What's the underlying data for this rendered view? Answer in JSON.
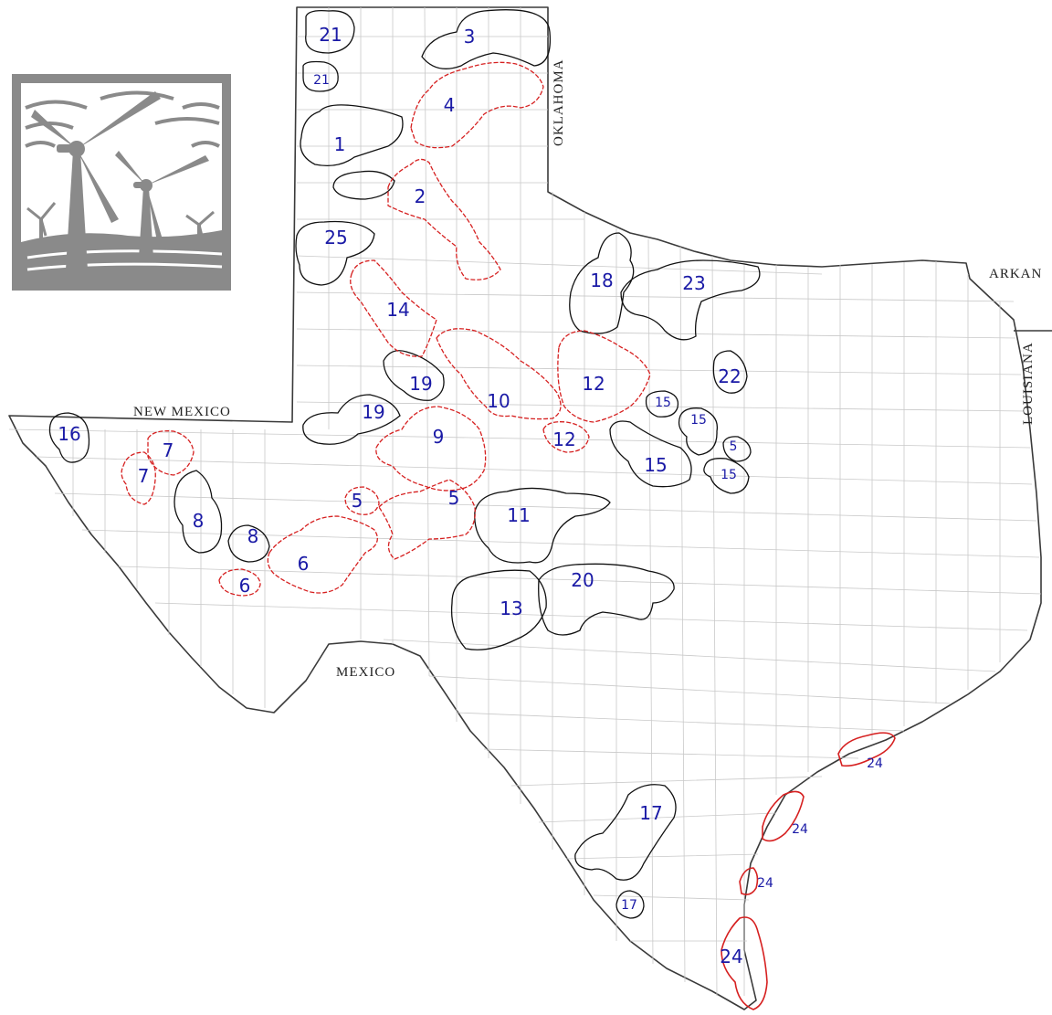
{
  "regions": {
    "neighbor_oklahoma": "OKLAHOMA",
    "neighbor_arkansas": "ARKAN",
    "neighbor_louisiana": "LOUISIANA",
    "neighbor_new_mexico": "NEW MEXICO",
    "neighbor_mexico": "MEXICO"
  },
  "logo": {
    "icon": "wind-turbines-icon",
    "color": "#8a8a8a"
  },
  "colors": {
    "zone_number": "#1a1aa6",
    "zone_red": "#d62020",
    "zone_black": "#111111"
  },
  "zones": [
    {
      "label": "1",
      "style": "black"
    },
    {
      "label": "2",
      "style": "red"
    },
    {
      "label": "3",
      "style": "black"
    },
    {
      "label": "4",
      "style": "red"
    },
    {
      "label": "5",
      "style": "red"
    },
    {
      "label": "5",
      "style": "red"
    },
    {
      "label": "5",
      "style": "black"
    },
    {
      "label": "6",
      "style": "red"
    },
    {
      "label": "6",
      "style": "red"
    },
    {
      "label": "7",
      "style": "red"
    },
    {
      "label": "7",
      "style": "red"
    },
    {
      "label": "8",
      "style": "black"
    },
    {
      "label": "8",
      "style": "black"
    },
    {
      "label": "9",
      "style": "red"
    },
    {
      "label": "10",
      "style": "red"
    },
    {
      "label": "11",
      "style": "black"
    },
    {
      "label": "12",
      "style": "red"
    },
    {
      "label": "12",
      "style": "red"
    },
    {
      "label": "13",
      "style": "black"
    },
    {
      "label": "14",
      "style": "red"
    },
    {
      "label": "15",
      "style": "black"
    },
    {
      "label": "15",
      "style": "black"
    },
    {
      "label": "15",
      "style": "black"
    },
    {
      "label": "15",
      "style": "black"
    },
    {
      "label": "16",
      "style": "black"
    },
    {
      "label": "17",
      "style": "black"
    },
    {
      "label": "17",
      "style": "black"
    },
    {
      "label": "18",
      "style": "black"
    },
    {
      "label": "19",
      "style": "black"
    },
    {
      "label": "19",
      "style": "black"
    },
    {
      "label": "20",
      "style": "black"
    },
    {
      "label": "21",
      "style": "black"
    },
    {
      "label": "21",
      "style": "black"
    },
    {
      "label": "22",
      "style": "black"
    },
    {
      "label": "23",
      "style": "black"
    },
    {
      "label": "24",
      "style": "red-solid"
    },
    {
      "label": "24",
      "style": "red-solid"
    },
    {
      "label": "24",
      "style": "red-solid"
    },
    {
      "label": "24",
      "style": "red-solid"
    },
    {
      "label": "25",
      "style": "black"
    }
  ]
}
